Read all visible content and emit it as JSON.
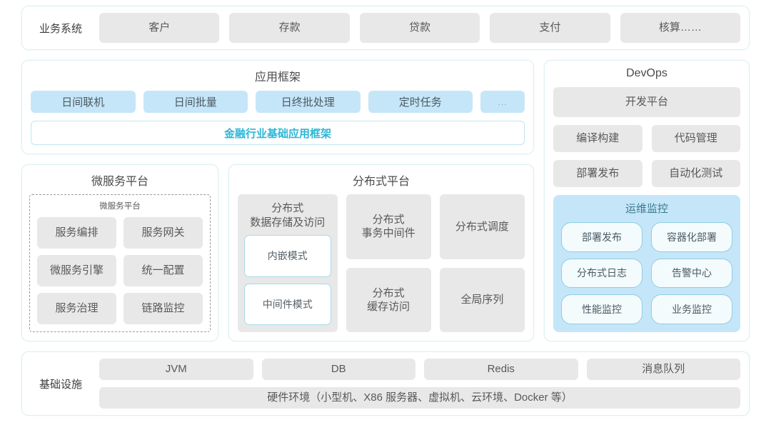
{
  "business_systems": {
    "label": "业务系统",
    "items": [
      "客户",
      "存款",
      "贷款",
      "支付",
      "核算……"
    ]
  },
  "app_framework": {
    "title": "应用框架",
    "chips": [
      "日间联机",
      "日间批量",
      "日终批处理",
      "定时任务"
    ],
    "ellipsis": "...",
    "base_label": "金融行业基础应用框架",
    "accent_color": "#2db6d6"
  },
  "microservice_platform": {
    "title": "微服务平台",
    "inner_title": "微服务平台",
    "items": [
      "服务编排",
      "服务网关",
      "微服务引擎",
      "统一配置",
      "服务治理",
      "链路监控"
    ]
  },
  "distributed_platform": {
    "title": "分布式平台",
    "col1": {
      "title": "分布式\n数据存储及访问",
      "modes": [
        "内嵌模式",
        "中间件模式"
      ]
    },
    "cards": [
      "分布式\n事务中间件",
      "分布式调度",
      "分布式\n缓存访问",
      "全局序列"
    ]
  },
  "devops": {
    "title": "DevOps",
    "platform": "开发平台",
    "items": [
      "编译构建",
      "代码管理",
      "部署发布",
      "自动化测试"
    ],
    "ops_monitoring": {
      "title": "运维监控",
      "items": [
        "部署发布",
        "容器化部署",
        "分布式日志",
        "告警中心",
        "性能监控",
        "业务监控"
      ],
      "background_color": "#c5e6f8"
    }
  },
  "infrastructure": {
    "label": "基础设施",
    "items": [
      "JVM",
      "DB",
      "Redis",
      "消息队列"
    ],
    "hardware": "硬件环境（小型机、X86 服务器、虚拟机、云环境、Docker 等）"
  }
}
